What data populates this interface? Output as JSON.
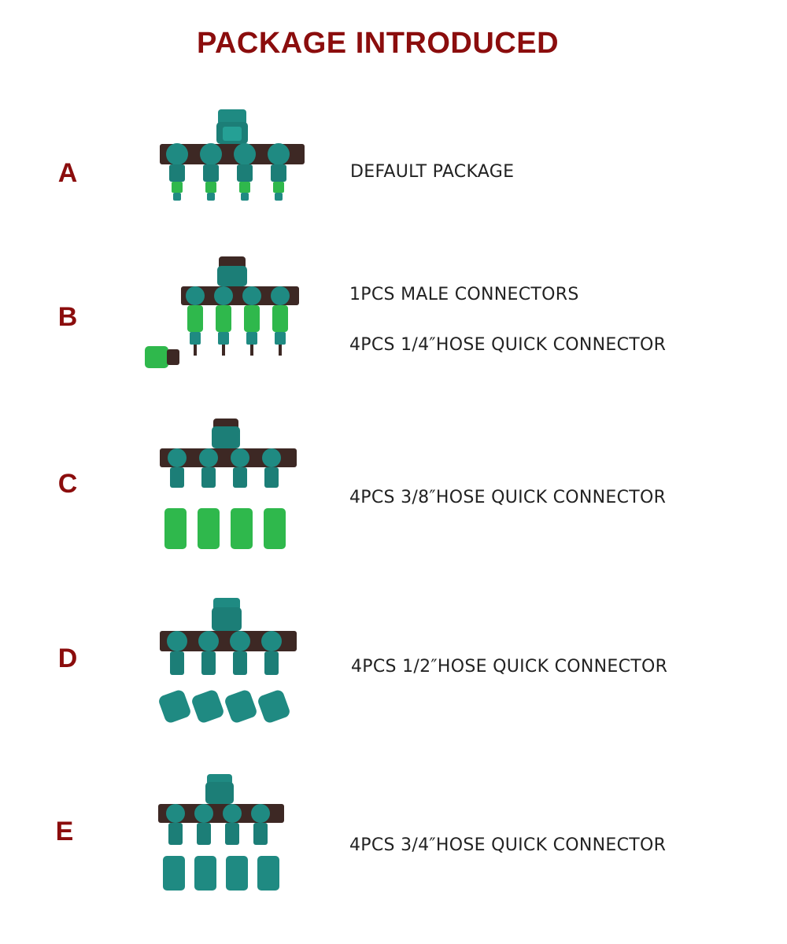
{
  "title": "PACKAGE INTRODUCED",
  "colors": {
    "accent": "#8b0d0d",
    "body_dark": "#3d2824",
    "teal": "#1f8a82",
    "bright_green": "#2fb84c"
  },
  "packages": [
    {
      "letter": "A",
      "lines": [
        "DEFAULT PACKAGE"
      ]
    },
    {
      "letter": "B",
      "lines": [
        "1PCS MALE CONNECTORS",
        "4PCS 1/4″HOSE QUICK CONNECTOR"
      ]
    },
    {
      "letter": "C",
      "lines": [
        "4PCS 3/8″HOSE QUICK CONNECTOR"
      ]
    },
    {
      "letter": "D",
      "lines": [
        "4PCS 1/2″HOSE QUICK CONNECTOR"
      ]
    },
    {
      "letter": "E",
      "lines": [
        "4PCS 3/4″HOSE QUICK CONNECTOR"
      ]
    }
  ]
}
